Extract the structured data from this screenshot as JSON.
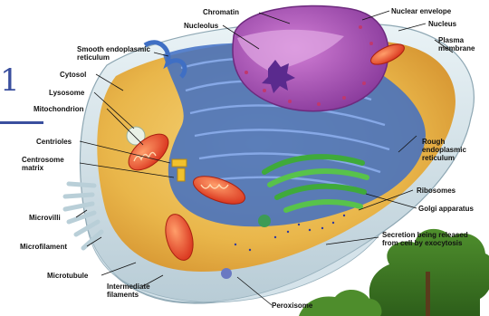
{
  "slide": {
    "number": "1",
    "accent": "#3a4f9e"
  },
  "labels": {
    "chromatin": "Chromatin",
    "nucleolus": "Nucleolus",
    "nuclear_envelope": "Nuclear envelope",
    "nucleus": "Nucleus",
    "plasma_membrane": "Plasma membrane",
    "smooth_er": "Smooth endoplasmic reticulum",
    "cytosol": "Cytosol",
    "lysosome": "Lysosome",
    "mitochondrion": "Mitochondrion",
    "centrioles": "Centrioles",
    "centrosome_matrix": "Centrosome matrix",
    "rough_er": "Rough endoplasmic reticulum",
    "ribosomes": "Ribosomes",
    "golgi": "Golgi apparatus",
    "microvilli": "Microvilli",
    "microfilament": "Microfilament",
    "microtubule": "Microtubule",
    "secretion": "Secretion being released from cell by exocytosis",
    "intermediate_filaments": "Intermediate filaments",
    "peroxisome": "Peroxisome"
  }
}
